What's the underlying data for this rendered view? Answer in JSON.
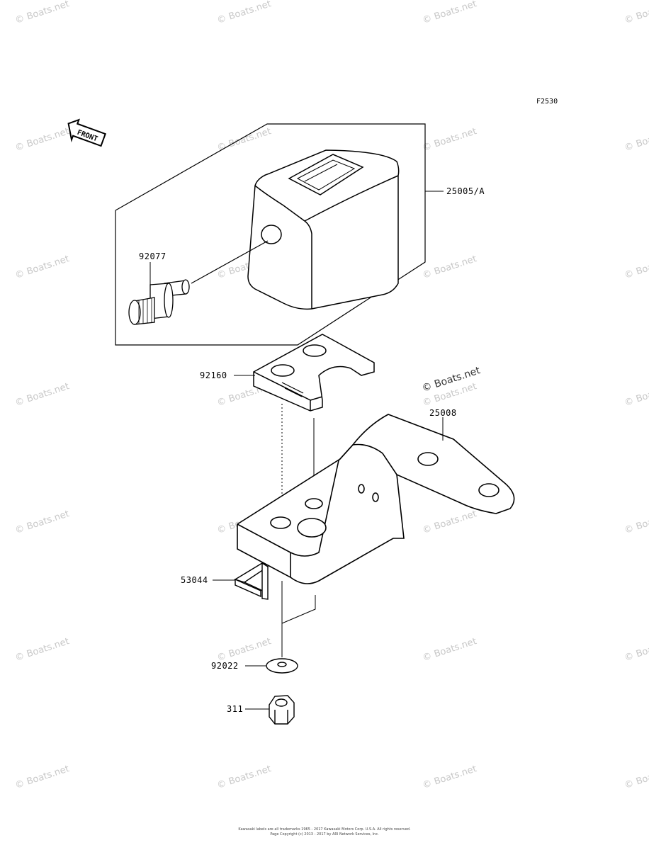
{
  "figure_code": "F2530",
  "front_label": "FRONT",
  "watermark": "© Boats.net",
  "parts": {
    "cover": "25005/A",
    "bushing": "92077",
    "plate": "92160",
    "bracket": "25008",
    "clip": "53044",
    "washer": "92022",
    "nut": "311"
  },
  "footer": {
    "line1": "Kawasaki labels are all trademarks 1965 - 2017 Kawasaki Motors Corp. U.S.A. All rights reserved.",
    "line2": "Page Copyright (c) 2013 - 2017 by ARI Network Services, Inc."
  }
}
